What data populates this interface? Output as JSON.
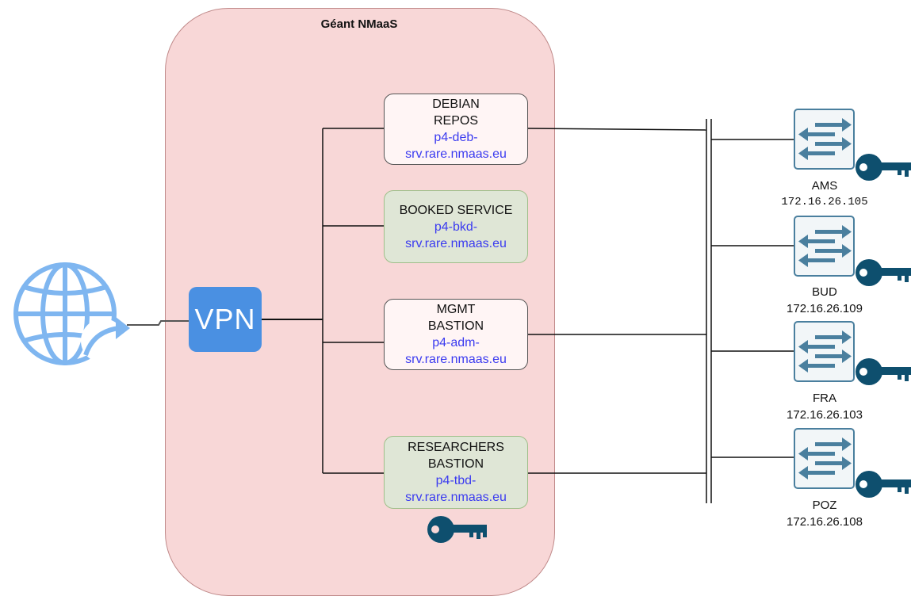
{
  "container": {
    "title": "Géant NMaaS"
  },
  "vpn": {
    "label": "VPN"
  },
  "services": [
    {
      "name_lines": [
        "DEBIAN",
        "REPOS"
      ],
      "host_lines": [
        "p4-deb-",
        "srv.rare.nmaas.eu"
      ],
      "style": "pink"
    },
    {
      "name_lines": [
        "BOOKED SERVICE"
      ],
      "host_lines": [
        "p4-bkd-",
        "srv.rare.nmaas.eu"
      ],
      "style": "green"
    },
    {
      "name_lines": [
        "MGMT",
        "BASTION"
      ],
      "host_lines": [
        "p4-adm-",
        "srv.rare.nmaas.eu"
      ],
      "style": "pink"
    },
    {
      "name_lines": [
        "RESEARCHERS",
        "BASTION"
      ],
      "host_lines": [
        "p4-tbd-",
        "srv.rare.nmaas.eu"
      ],
      "style": "green"
    }
  ],
  "switches": [
    {
      "name": "AMS",
      "ip": "172.16.26.105"
    },
    {
      "name": "BUD",
      "ip": "172.16.26.109"
    },
    {
      "name": "FRA",
      "ip": "172.16.26.103"
    },
    {
      "name": "POZ",
      "ip": "172.16.26.108"
    }
  ],
  "colors": {
    "container_fill": "#f8d7d7",
    "vpn_fill": "#4a90e2",
    "globe_stroke": "#7fb6f0",
    "key_fill": "#0e4f6e",
    "switch_icon": "#4a7f9e"
  },
  "icons": [
    "globe-icon",
    "vpn-icon",
    "switch-icon",
    "key-icon"
  ]
}
